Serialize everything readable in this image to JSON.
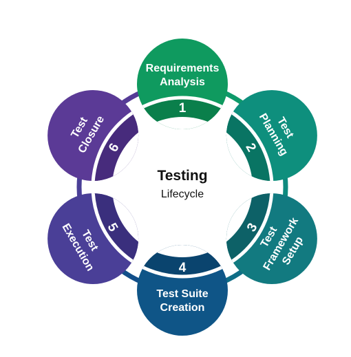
{
  "center": {
    "title": "Testing",
    "subtitle": "Lifecycle"
  },
  "stages": [
    {
      "number": "1",
      "lines": [
        "Requirements",
        "Analysis"
      ],
      "color": "#0f9a5f",
      "band_color": "#0a7f4b"
    },
    {
      "number": "2",
      "lines": [
        "Test",
        "Planning"
      ],
      "color": "#0e8f7d",
      "band_color": "#097463"
    },
    {
      "number": "3",
      "lines": [
        "Test",
        "Framework",
        "Setup"
      ],
      "color": "#127a80",
      "band_color": "#0d6167"
    },
    {
      "number": "4",
      "lines": [
        "Test Suite",
        "Creation"
      ],
      "color": "#0f5587",
      "band_color": "#0a446e"
    },
    {
      "number": "5",
      "lines": [
        "Test",
        "Execution"
      ],
      "color": "#4a3f97",
      "band_color": "#3a2f7d"
    },
    {
      "number": "6",
      "lines": [
        "Test",
        "Closure"
      ],
      "color": "#5b3a96",
      "band_color": "#472b7c"
    }
  ],
  "arrow_colors": [
    "#0e9a6a",
    "#0e8a7e",
    "#0f6d86",
    "#124f8a",
    "#4a3f97",
    "#553b96"
  ]
}
